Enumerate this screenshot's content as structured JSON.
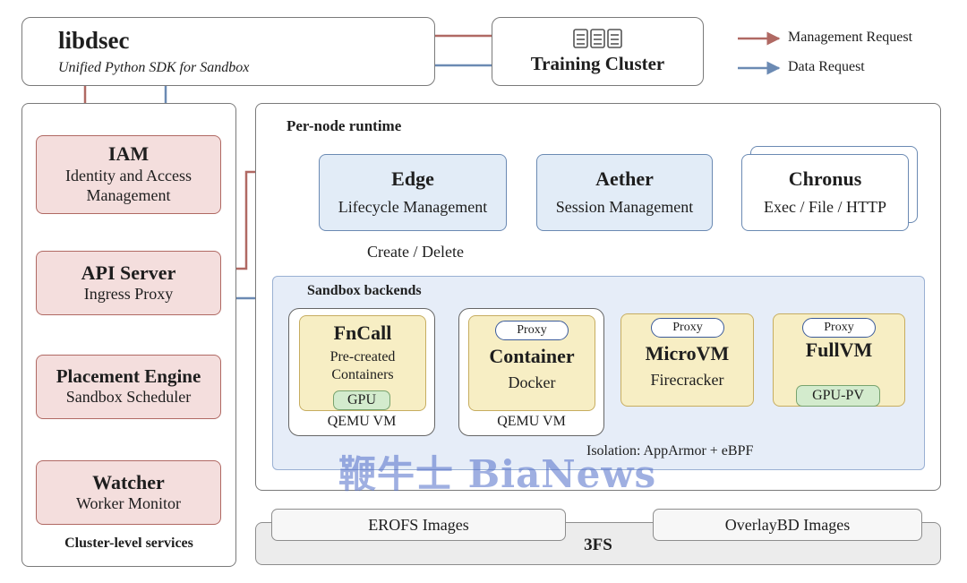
{
  "top": {
    "sdk_title": "libdsec",
    "sdk_subtitle": "Unified Python SDK for Sandbox",
    "cluster_label": "Training Cluster",
    "server_icon": "server-rack-icon"
  },
  "legend": {
    "management": "Management Request",
    "data": "Data Request",
    "management_color": "#b06963",
    "data_color": "#6b8ab3"
  },
  "cluster_services": {
    "label": "Cluster-level services",
    "iam": {
      "title": "IAM",
      "desc": "Identity and Access Management"
    },
    "api": {
      "title": "API Server",
      "desc": "Ingress Proxy"
    },
    "placement": {
      "title": "Placement Engine",
      "desc": "Sandbox Scheduler"
    },
    "watcher": {
      "title": "Watcher",
      "desc": "Worker Monitor"
    }
  },
  "runtime": {
    "label": "Per-node runtime",
    "edge": {
      "title": "Edge",
      "desc": "Lifecycle Management"
    },
    "aether": {
      "title": "Aether",
      "desc": "Session Management"
    },
    "chronus": {
      "title": "Chronus",
      "desc": "Exec / File / HTTP"
    },
    "create_delete": "Create / Delete"
  },
  "backends": {
    "label": "Sandbox backends",
    "fncall": {
      "title": "FnCall",
      "desc_line1": "Pre-created",
      "desc_line2": "Containers",
      "badge": "GPU",
      "host": "QEMU VM"
    },
    "container": {
      "proxy": "Proxy",
      "title": "Container",
      "desc": "Docker",
      "host": "QEMU VM"
    },
    "microvm": {
      "proxy": "Proxy",
      "title": "MicroVM",
      "desc": "Firecracker"
    },
    "fullvm": {
      "proxy": "Proxy",
      "title": "FullVM",
      "badge": "GPU-PV"
    },
    "isolation": "Isolation: AppArmor + eBPF"
  },
  "storage": {
    "fs": "3FS",
    "erofs": "EROFS Images",
    "overlaybd": "OverlayBD Images"
  },
  "watermark": "鞭牛士 BiaNews"
}
